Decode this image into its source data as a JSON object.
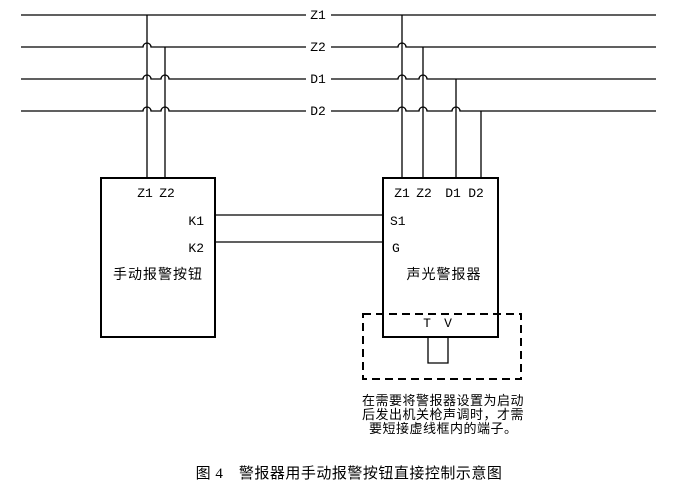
{
  "bus": {
    "lines": [
      {
        "label": "Z1"
      },
      {
        "label": "Z2"
      },
      {
        "label": "D1"
      },
      {
        "label": "D2"
      }
    ]
  },
  "manual_button_box": {
    "title": "手动报警按钮",
    "terminal_z1": "Z1",
    "terminal_z2": "Z2",
    "terminal_k1": "K1",
    "terminal_k2": "K2"
  },
  "sounder_box": {
    "title": "声光警报器",
    "terminal_z1": "Z1",
    "terminal_z2": "Z2",
    "terminal_d1": "D1",
    "terminal_d2": "D2",
    "terminal_s1": "S1",
    "terminal_g": "G",
    "terminal_t": "T",
    "terminal_v": "V"
  },
  "note": {
    "line1": "在需要将警报器设置为启动",
    "line2": "后发出机关枪声调时，才需",
    "line3": "要短接虚线框内的端子。"
  },
  "caption": "图 4　警报器用手动报警按钮直接控制示意图"
}
